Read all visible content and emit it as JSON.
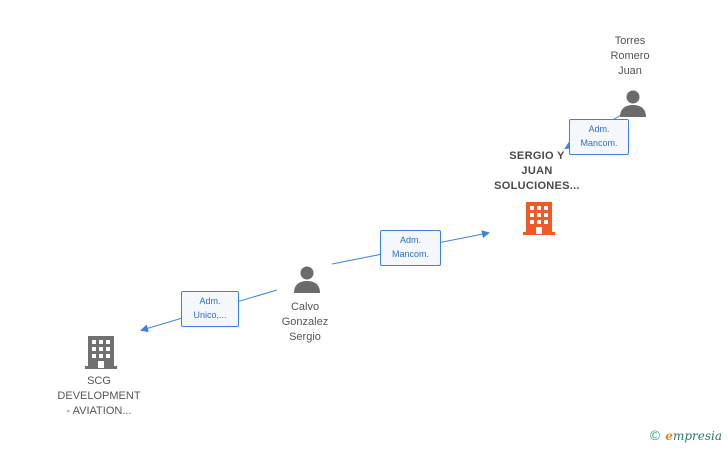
{
  "nodes": {
    "torres": {
      "label": "Torres\nRomero\nJuan",
      "icon": "person-icon"
    },
    "sergio_juan": {
      "label": "SERGIO Y\nJUAN\nSOLUCIONES...",
      "icon": "building-icon"
    },
    "calvo": {
      "label": "Calvo\nGonzalez\nSergio",
      "icon": "person-icon"
    },
    "scg": {
      "label": "SCG\nDEVELOPMENT\n-  AVIATION...",
      "icon": "building-icon"
    }
  },
  "edges": {
    "torres_to_sergio": {
      "role": "Adm.\nMancom."
    },
    "calvo_to_sergio": {
      "role": "Adm.\nMancom."
    },
    "calvo_to_scg": {
      "role": "Adm.\nUnico,..."
    }
  },
  "brand": {
    "copyright": "©",
    "name_e": "e",
    "name_rest": "mpresia"
  },
  "colors": {
    "edge": "#3b82e0",
    "person": "#6b6b6b",
    "company": "#707070",
    "company_focus": "#f05a28"
  }
}
